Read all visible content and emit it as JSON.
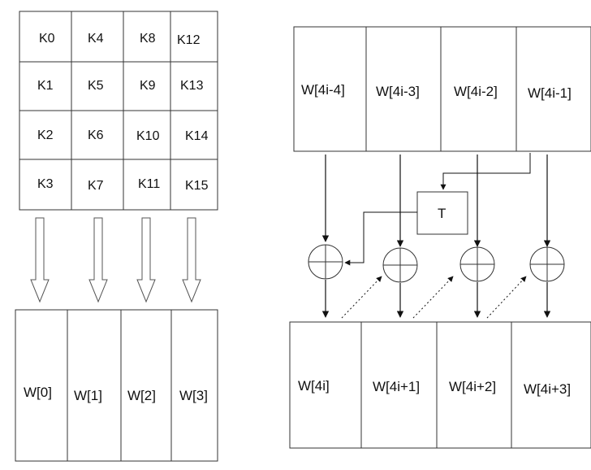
{
  "key_matrix": {
    "cells": [
      [
        "K0",
        "K4",
        "K8",
        "K12"
      ],
      [
        "K1",
        "K5",
        "K9",
        "K13"
      ],
      [
        "K2",
        "K6",
        "K10",
        "K14"
      ],
      [
        "K3",
        "K7",
        "K11",
        "K15"
      ]
    ]
  },
  "initial_words": [
    "W[0]",
    "W[1]",
    "W[2]",
    "W[3]"
  ],
  "previous_words": [
    "W[4i-4]",
    "W[4i-3]",
    "W[4i-2]",
    "W[4i-1]"
  ],
  "transform_label": "T",
  "new_words": [
    "W[4i]",
    "W[4i+1]",
    "W[4i+2]",
    "W[4i+3]"
  ]
}
